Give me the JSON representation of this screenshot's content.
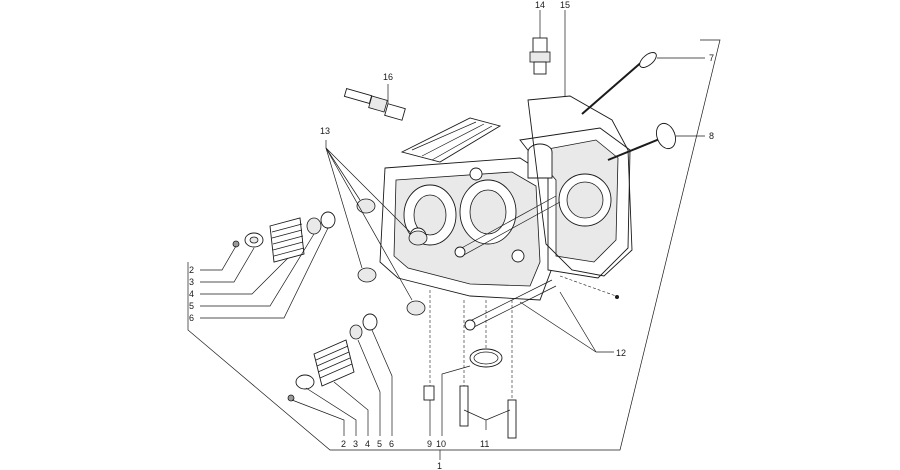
{
  "diagram": {
    "type": "exploded-parts-view",
    "subject": "cylinder head assembly",
    "callouts": {
      "c1": "1",
      "c2_upper": "2",
      "c3_upper": "3",
      "c4_upper": "4",
      "c5_upper": "5",
      "c6_upper": "6",
      "c2_lower": "2",
      "c3_lower": "3",
      "c4_lower": "4",
      "c5_lower": "5",
      "c6_lower": "6",
      "c7": "7",
      "c8": "8",
      "c9": "9",
      "c10": "10",
      "c11": "11",
      "c12": "12",
      "c13": "13",
      "c14": "14",
      "c15": "15",
      "c16": "16"
    }
  }
}
